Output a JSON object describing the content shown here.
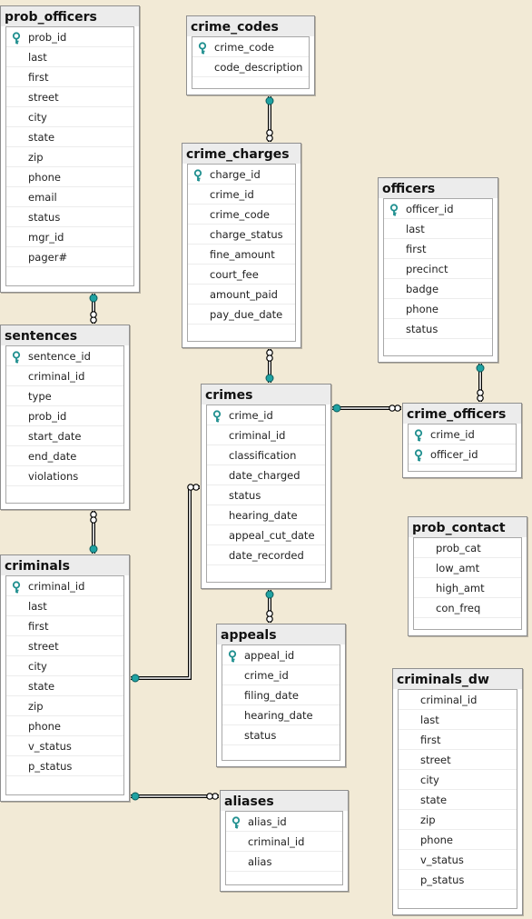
{
  "diagram": {
    "tables": [
      {
        "id": "prob_officers",
        "name": "prob_officers",
        "fields": [
          "prob_id",
          "last",
          "first",
          "street",
          "city",
          "state",
          "zip",
          "phone",
          "email",
          "status",
          "mgr_id",
          "pager#"
        ],
        "keys": [
          0
        ]
      },
      {
        "id": "crime_codes",
        "name": "crime_codes",
        "fields": [
          "crime_code",
          "code_description"
        ],
        "keys": [
          0
        ]
      },
      {
        "id": "crime_charges",
        "name": "crime_charges",
        "fields": [
          "charge_id",
          "crime_id",
          "crime_code",
          "charge_status",
          "fine_amount",
          "court_fee",
          "amount_paid",
          "pay_due_date"
        ],
        "keys": [
          0
        ]
      },
      {
        "id": "officers",
        "name": "officers",
        "fields": [
          "officer_id",
          "last",
          "first",
          "precinct",
          "badge",
          "phone",
          "status"
        ],
        "keys": [
          0
        ]
      },
      {
        "id": "sentences",
        "name": "sentences",
        "fields": [
          "sentence_id",
          "criminal_id",
          "type",
          "prob_id",
          "start_date",
          "end_date",
          "violations"
        ],
        "keys": [
          0
        ]
      },
      {
        "id": "crimes",
        "name": "crimes",
        "fields": [
          "crime_id",
          "criminal_id",
          "classification",
          "date_charged",
          "status",
          "hearing_date",
          "appeal_cut_date",
          "date_recorded"
        ],
        "keys": [
          0
        ]
      },
      {
        "id": "crime_officers",
        "name": "crime_officers",
        "fields": [
          "crime_id",
          "officer_id"
        ],
        "keys": [
          0,
          1
        ]
      },
      {
        "id": "prob_contact",
        "name": "prob_contact",
        "fields": [
          "prob_cat",
          "low_amt",
          "high_amt",
          "con_freq"
        ],
        "keys": []
      },
      {
        "id": "criminals",
        "name": "criminals",
        "fields": [
          "criminal_id",
          "last",
          "first",
          "street",
          "city",
          "state",
          "zip",
          "phone",
          "v_status",
          "p_status"
        ],
        "keys": [
          0
        ]
      },
      {
        "id": "appeals",
        "name": "appeals",
        "fields": [
          "appeal_id",
          "crime_id",
          "filing_date",
          "hearing_date",
          "status"
        ],
        "keys": [
          0
        ]
      },
      {
        "id": "criminals_dw",
        "name": "criminals_dw",
        "fields": [
          "criminal_id",
          "last",
          "first",
          "street",
          "city",
          "state",
          "zip",
          "phone",
          "v_status",
          "p_status"
        ],
        "keys": []
      },
      {
        "id": "aliases",
        "name": "aliases",
        "fields": [
          "alias_id",
          "criminal_id",
          "alias"
        ],
        "keys": [
          0
        ]
      }
    ],
    "relationships": [
      {
        "one": "crime_codes",
        "many": "crime_charges"
      },
      {
        "one": "crimes",
        "many": "crime_charges"
      },
      {
        "one": "prob_officers",
        "many": "sentences"
      },
      {
        "one": "criminals",
        "many": "sentences"
      },
      {
        "one": "crimes",
        "many": "crime_officers"
      },
      {
        "one": "officers",
        "many": "crime_officers"
      },
      {
        "one": "criminals",
        "many": "crimes"
      },
      {
        "one": "crimes",
        "many": "appeals"
      },
      {
        "one": "criminals",
        "many": "aliases"
      }
    ],
    "colors": {
      "background": "#f2ead6",
      "key_icon": "#1f8f8f",
      "connector": "#000000",
      "one_end": "#1fa2a2"
    },
    "icons": {
      "primary_key": "key-icon"
    }
  }
}
